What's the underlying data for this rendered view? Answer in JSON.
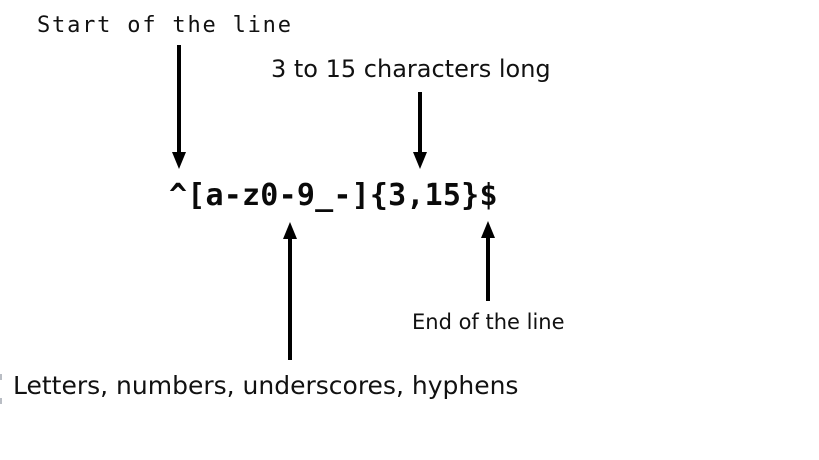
{
  "page": {
    "background": "#ffffff",
    "ink": "#111111",
    "arrow_color": "#000000"
  },
  "diagram": {
    "regex": "^[a-z0-9_-]{3,15}$",
    "labels": {
      "start_of_line": "Start of the line",
      "length": "3 to 15 characters long",
      "end_of_line": "End of the line",
      "character_class": "Letters, numbers, underscores, hyphens"
    }
  }
}
